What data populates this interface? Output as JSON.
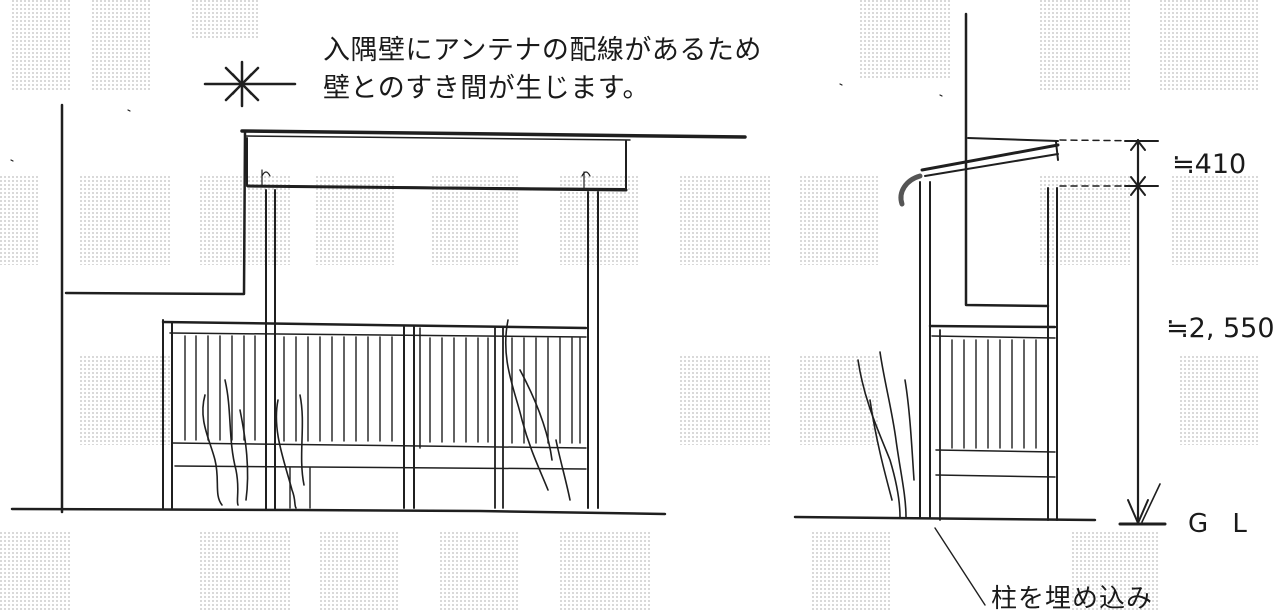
{
  "note": {
    "line1": "入隅壁にアンテナの配線があるため",
    "line2": "壁とのすき間が生じます。"
  },
  "dimensions": {
    "top": "≒410",
    "height": "≒2, 550",
    "ground": "G L"
  },
  "annotation": {
    "post": "柱を埋め込み"
  },
  "colors": {
    "line": "#1f1f1f",
    "watermark": "#d6d6d6"
  }
}
